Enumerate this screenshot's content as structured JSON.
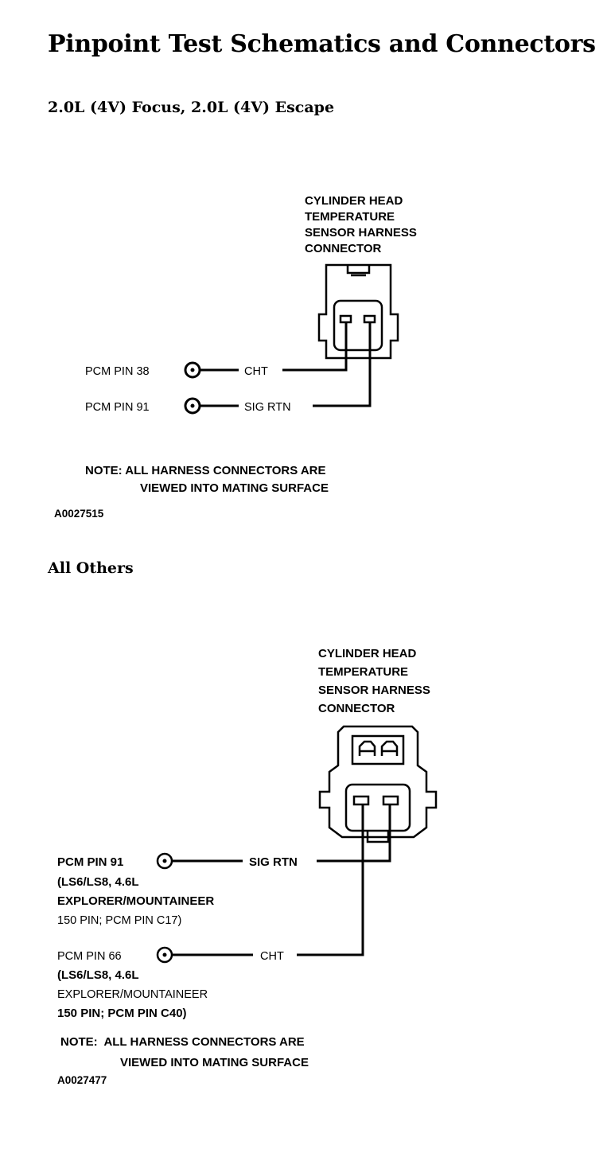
{
  "title": "Pinpoint Test Schematics and Connectors",
  "sections": [
    {
      "heading": "2.0L (4V) Focus, 2.0L (4V) Escape",
      "connector_label": [
        "CYLINDER HEAD",
        "TEMPERATURE",
        "SENSOR HARNESS",
        "CONNECTOR"
      ],
      "wires": [
        {
          "pin": "PCM PIN 38",
          "signal": "CHT"
        },
        {
          "pin": "PCM PIN 91",
          "signal": "SIG RTN"
        }
      ],
      "note": [
        "NOTE: ALL HARNESS CONNECTORS ARE",
        "VIEWED INTO MATING SURFACE"
      ],
      "ref": "A0027515"
    },
    {
      "heading": "All Others",
      "connector_label": [
        "CYLINDER HEAD",
        "TEMPERATURE",
        "SENSOR HARNESS",
        "CONNECTOR"
      ],
      "wires": [
        {
          "pin": "PCM PIN 91",
          "signal": "SIG RTN",
          "notes": [
            "(LS6/LS8, 4.6L",
            "EXPLORER/MOUNTAINEER",
            "150 PIN; PCM PIN C17)"
          ]
        },
        {
          "pin": "PCM PIN 66",
          "signal": "CHT",
          "notes": [
            "(LS6/LS8, 4.6L",
            "EXPLORER/MOUNTAINEER",
            "150 PIN; PCM PIN C40)"
          ]
        }
      ],
      "note": [
        "NOTE:  ALL HARNESS CONNECTORS ARE",
        "VIEWED INTO MATING SURFACE"
      ],
      "ref": "A0027477"
    }
  ]
}
